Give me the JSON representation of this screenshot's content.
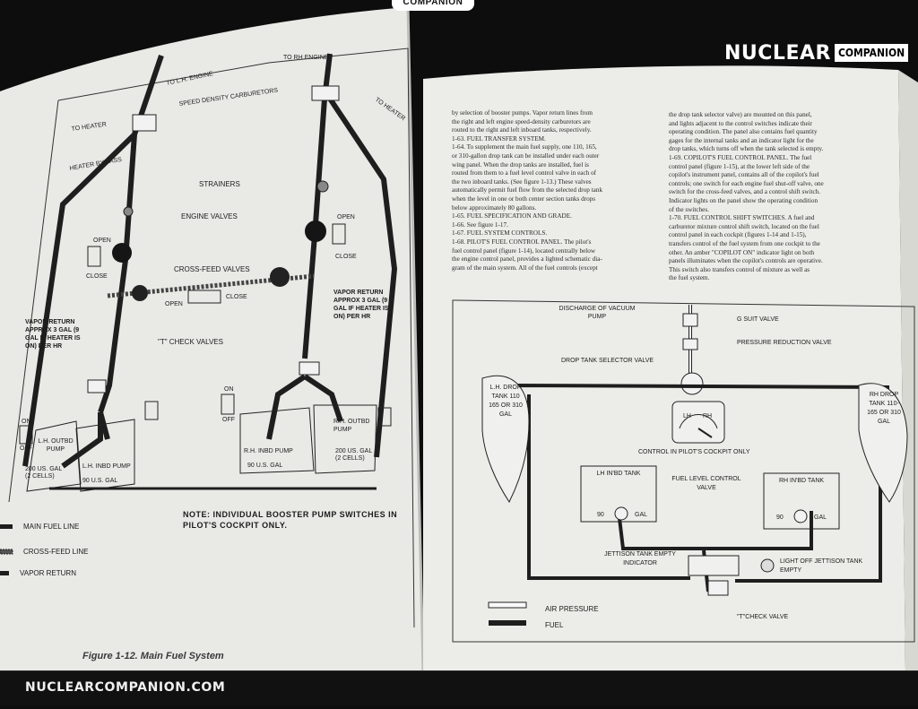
{
  "branding": {
    "name_part1": "NUCLEAR",
    "name_part2": "COMPANION",
    "top_tab": "COMPANION",
    "footer_url": "NUCLEARCOMPANION.COM"
  },
  "left_page": {
    "figure_caption": "Figure 1-12. Main Fuel System",
    "labels": {
      "to_lh_engine": "TO L.H. ENGINE",
      "to_rh_engine": "TO RH ENGINE",
      "speed_density": "SPEED DENSITY CARBURETORS",
      "to_heater_left": "TO HEATER",
      "to_heater_right": "TO HEATER",
      "heater_bypass": "HEATER BY-PASS",
      "strainers": "STRAINERS",
      "engine_valves": "ENGINE VALVES",
      "open": "OPEN",
      "close": "CLOSE",
      "crossfeed_valves": "CROSS-FEED VALVES",
      "vapor_return_left": "VAPOR RETURN APPROX 3 GAL (9 GAL IF HEATER IS ON) PER HR",
      "vapor_return_right": "VAPOR RETURN APPROX 3 GAL (9 GAL IF HEATER IS ON) PER HR",
      "t_check_valves": "\"T\" CHECK VALVES",
      "on": "ON",
      "off": "OFF",
      "lh_outbd_pump": "L.H. OUTBD PUMP",
      "lh_inbd_pump": "L.H. INBD PUMP",
      "gal_200": "200 US. GAL (2 CELLS)",
      "gal_90": "90 U.S. GAL",
      "rh_inbd_pump": "R.H. INBD PUMP",
      "rh_outbd_pump": "R.H. OUTBD PUMP",
      "note": "NOTE: INDIVIDUAL BOOSTER PUMP SWITCHES IN PILOT'S COCKPIT ONLY."
    },
    "legend": [
      {
        "label": "MAIN FUEL LINE"
      },
      {
        "label": "CROSS-FEED LINE"
      },
      {
        "label": "VAPOR RETURN"
      }
    ]
  },
  "right_page": {
    "col1": [
      "by selection of booster pumps. Vapor return lines from",
      "the right and left engine speed-density carburetors are",
      "routed to the right and left inboard tanks, respectively.",
      "1-63. FUEL TRANSFER SYSTEM.",
      "1-64. To supplement the main fuel supply, one 110, 165,",
      "or 310-gallon drop tank can be installed under each outer",
      "wing panel. When the drop tanks are installed, fuel is",
      "routed from them to a fuel level control valve in each of",
      "the two inboard tanks. (See figure 1-13.) These valves",
      "automatically permit fuel flow from the selected drop tank",
      "when the level in one or both center section tanks drops",
      "below approximately 80 gallons.",
      "1-65. FUEL SPECIFICATION AND GRADE.",
      "1-66. See figure 1-17.",
      "1-67. FUEL SYSTEM CONTROLS.",
      "1-68. PILOT'S FUEL CONTROL PANEL. The pilot's",
      "fuel control panel (figure 1-14), located centrally below",
      "the engine control panel, provides a lighted schematic dia-",
      "gram of the main system. All of the fuel controls (except"
    ],
    "col2": [
      "the drop tank selector valve) are mounted on this panel,",
      "and lights adjacent to the control switches indicate their",
      "operating condition. The panel also contains fuel quantity",
      "gages for the internal tanks and an indicator light for the",
      "drop tanks, which turns off when the tank selected is empty.",
      "1-69. COPILOT'S FUEL CONTROL PANEL. The fuel",
      "control panel (figure 1-15), at the lower left side of the",
      "copilot's instrument panel, contains all of the copilot's fuel",
      "controls; one switch for each engine fuel shut-off valve, one",
      "switch for the cross-feed valves, and a control shift switch.",
      "Indicator lights on the panel show the operating condition",
      "of the switches.",
      "1-70. FUEL CONTROL SHIFT SWITCHES. A fuel and",
      "carburetor mixture control shift switch, located on the fuel",
      "control panel in each cockpit (figures 1-14 and 1-15),",
      "transfers control of the fuel system from one cockpit to the",
      "other. An amber \"COPILOT ON\" indicator light on both",
      "panels illuminates when the copilot's controls are operative.",
      "This switch also transfers control of mixture as well as",
      "the fuel system."
    ],
    "diagram": {
      "discharge": "DISCHARGE OF VACUUM PUMP",
      "g_suit": "G SUIT VALVE",
      "pressure_reduction": "PRESSURE REDUCTION VALVE",
      "drop_tank_selector": "DROP TANK SELECTOR VALVE",
      "lh_drop_tank": "L.H. DROP TANK 110 165 OR 310 GAL",
      "rh_drop_tank": "RH DROP TANK 110- 165 OR 310 GAL",
      "gauge_lh": "LH",
      "gauge_rh": "RH",
      "control_cockpit": "CONTROL IN PILOT'S COCKPIT ONLY",
      "lh_inbd_tank": "LH IN'BD TANK",
      "rh_inbd_tank": "RH IN'BD TANK",
      "fuel_level_valve": "FUEL LEVEL CONTROL VALVE",
      "gal_90": "90",
      "gal": "GAL",
      "jettison": "JETTISON TANK EMPTY INDICATOR",
      "light_off": "LIGHT OFF JETTISON TANK EMPTY",
      "air_pressure": "AIR PRESSURE",
      "fuel": "FUEL",
      "t_check": "\"T\"CHECK VALVE"
    }
  }
}
